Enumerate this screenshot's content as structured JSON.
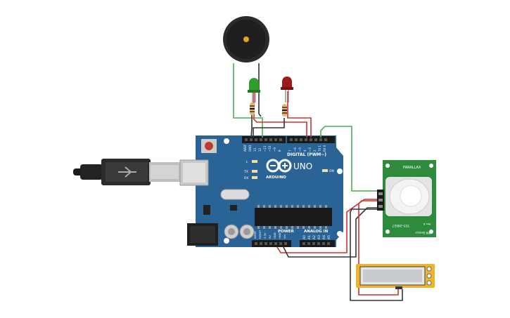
{
  "arduino": {
    "logo_text": "ARDUINO",
    "model": "UNO",
    "digital_header": "DIGITAL (PWM~)",
    "power_header": "POWER",
    "analog_header": "ANALOG IN",
    "aref": "AREF",
    "gnd": "GND",
    "pin13": "13",
    "pin12": "12",
    "pin11": "~11",
    "pin10": "~10",
    "pin9": "~9",
    "pin8": "8",
    "pin7": "7",
    "pin6": "~6",
    "pin5": "~5",
    "pin4": "4",
    "pin3": "~3",
    "pin2": "2",
    "tx1": "TX 1",
    "rx0": "RX 0",
    "led_l": "L",
    "led_tx": "TX",
    "led_rx": "RX",
    "led_on": "ON",
    "ioref": "IOREF",
    "reset": "RESET",
    "v33": "3.3V",
    "v5": "5V",
    "gnd1": "GND",
    "gnd2": "GND",
    "vin": "Vin",
    "a0": "A0",
    "a1": "A1",
    "a2": "A2",
    "a3": "A3",
    "a4": "A4",
    "a5": "A5"
  },
  "pir": {
    "brand": "PARALLAX",
    "model": "555-28027",
    "sensor_text": "PIR Sensor",
    "rev": "Rev B"
  },
  "colors": {
    "board": "#2a6496",
    "wire_red": "#d32f2f",
    "wire_black": "#333333",
    "wire_green": "#4caf50",
    "pir_board": "#2e8b3e",
    "lcd_frame": "#f0b429",
    "led_green": "#2e9e2e",
    "led_red": "#9e1b1b"
  }
}
